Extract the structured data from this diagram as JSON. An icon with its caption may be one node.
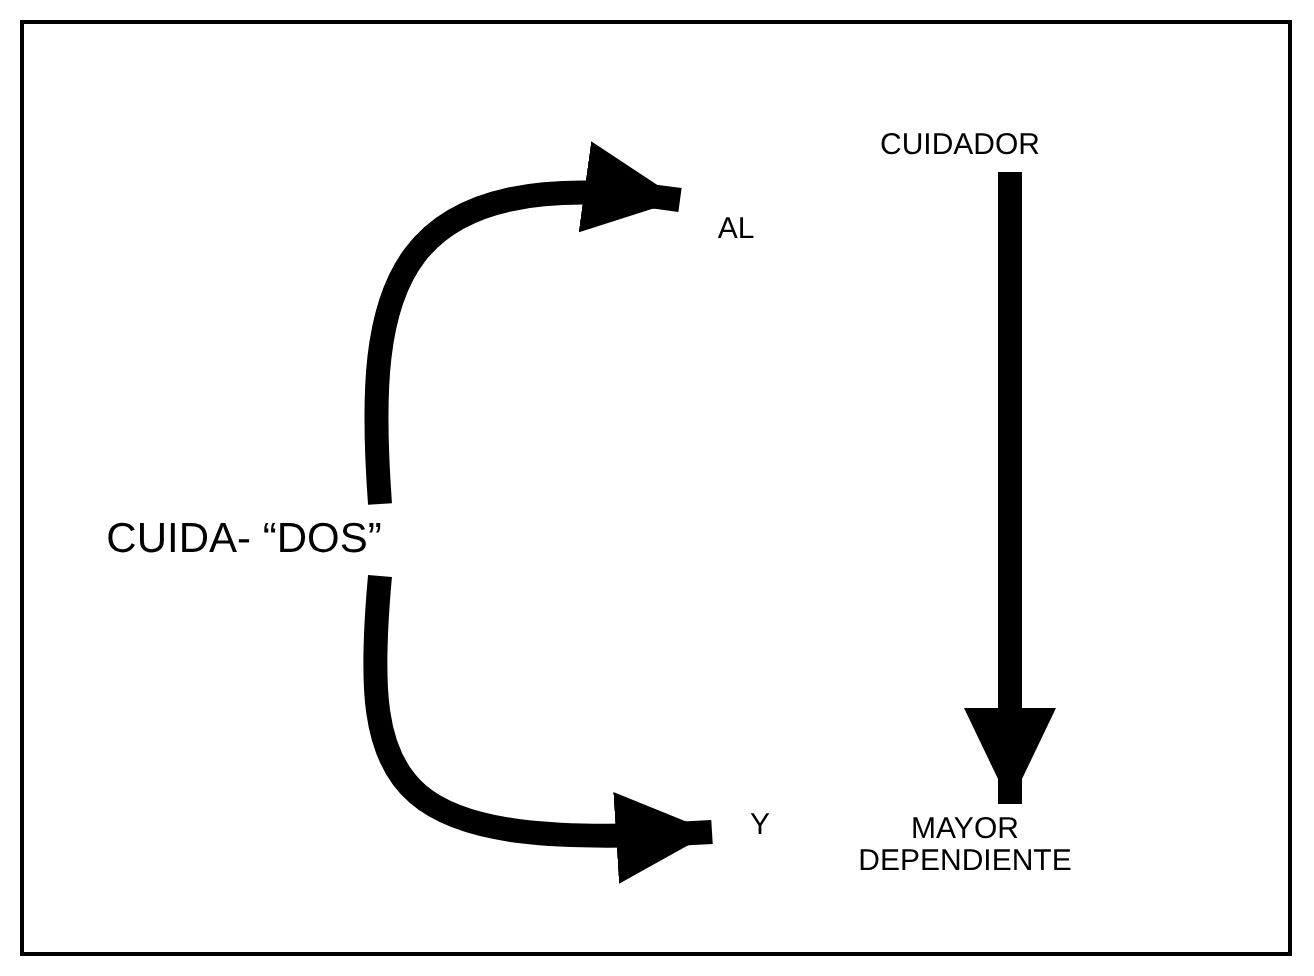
{
  "diagram": {
    "nodes": [
      {
        "text": [
          "CUIDADOR"
        ]
      },
      {
        "text": [
          "AL"
        ]
      },
      {
        "text": [
          "CUIDA- “DOS”"
        ]
      },
      {
        "text": [
          "Y"
        ]
      },
      {
        "text": [
          "MAYOR DEPENDIENTE"
        ]
      }
    ],
    "edges": [
      {
        "from": 2,
        "to": 1,
        "arrow": "to"
      },
      {
        "from": 2,
        "to": 3,
        "arrow": "to"
      },
      {
        "from": 0,
        "to": 4,
        "arrow": "to"
      }
    ]
  }
}
